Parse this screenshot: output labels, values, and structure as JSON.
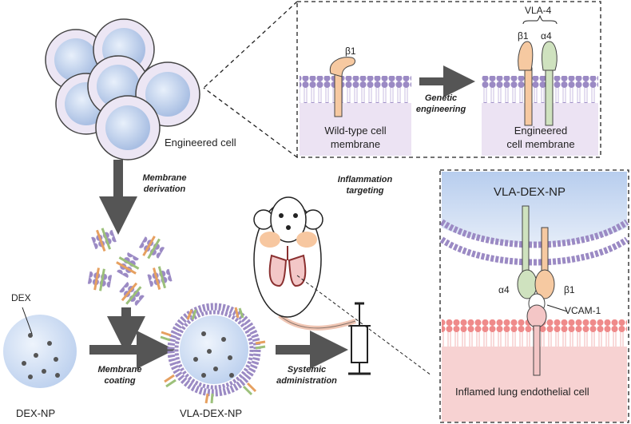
{
  "labels": {
    "engineered_cell": "Engineered cell",
    "membrane_derivation_1": "Membrane",
    "membrane_derivation_2": "derivation",
    "vla4": "VLA-4",
    "beta1_top": "β1",
    "beta1_vla": "β1",
    "alpha4_vla": "α4",
    "genetic_1": "Genetic",
    "genetic_2": "engineering",
    "wild_type_1": "Wild-type cell",
    "wild_type_2": "membrane",
    "engineered_mem_1": "Engineered",
    "engineered_mem_2": "cell membrane",
    "inflammation_1": "Inflammation",
    "inflammation_2": "targeting",
    "vla_dex_np_box": "VLA-DEX-NP",
    "alpha4_box": "α4",
    "beta1_box": "β1",
    "vcam1": "VCAM-1",
    "inflamed": "Inflamed lung endothelial cell",
    "dex": "DEX",
    "dex_np": "DEX-NP",
    "membrane_coating_1": "Membrane",
    "membrane_coating_2": "coating",
    "vla_dex_np": "VLA-DEX-NP",
    "systemic_1": "Systemic",
    "systemic_2": "administration"
  },
  "colors": {
    "cell_fill": "#c9d8ee",
    "cell_ring": "#e9e4f2",
    "membrane_head": "#9b8ac4",
    "membrane_tail": "#c8bde0",
    "membrane_bg": "#e8dff0",
    "endothelial_head": "#ef8a8a",
    "endothelial_bg": "#f7d2d2",
    "beta1": "#f6c9a1",
    "alpha4": "#cfe2bf",
    "vcam": "#f0b3b3",
    "arrow": "#555555"
  }
}
